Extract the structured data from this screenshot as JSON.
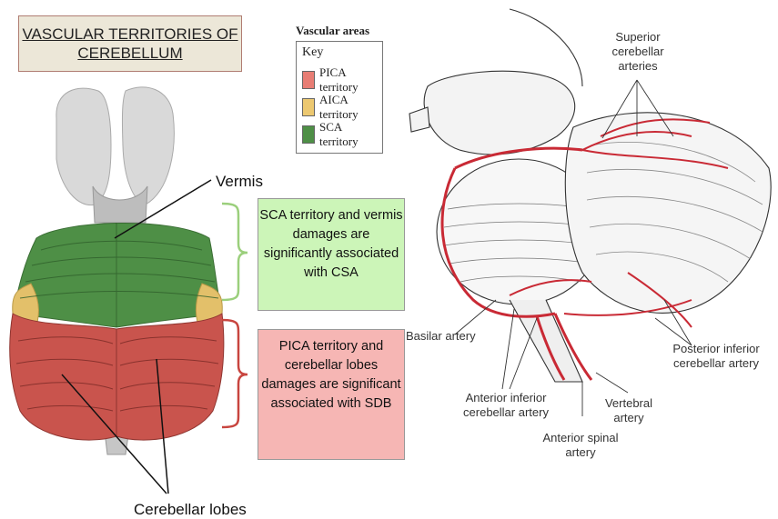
{
  "title": {
    "line1": "VASCULAR TERRITORIES OF",
    "line2": "CEREBELLUM"
  },
  "legend": {
    "title": "Vascular areas",
    "key_label": "Key",
    "items": [
      {
        "label": "PICA territory",
        "color": "#e87d74"
      },
      {
        "label": "AICA territory",
        "color": "#ecc870"
      },
      {
        "label": "SCA territory",
        "color": "#4e8f46"
      }
    ]
  },
  "callouts": {
    "sca": "SCA territory and vermis damages are significantly associated with CSA",
    "pica": "PICA territory and cerebellar lobes damages are significant associated with SDB"
  },
  "labels": {
    "vermis": "Vermis",
    "cerebellar_lobes": "Cerebellar lobes"
  },
  "anatomy_labels": {
    "superior_cerebellar": "Superior cerebellar arteries",
    "basilar": "Basilar artery",
    "posterior_inferior": "Posterior inferior cerebellar artery",
    "anterior_inferior": "Anterior inferior cerebellar artery",
    "vertebral": "Vertebral artery",
    "anterior_spinal": "Anterior spinal artery"
  },
  "colors": {
    "sca_green": "#4e8f46",
    "pica_red": "#c9544d",
    "aica_yellow": "#e3c06a",
    "artery_red": "#c92a35",
    "bracket_green": "#9bcf7c",
    "bracket_red": "#c8453f"
  }
}
